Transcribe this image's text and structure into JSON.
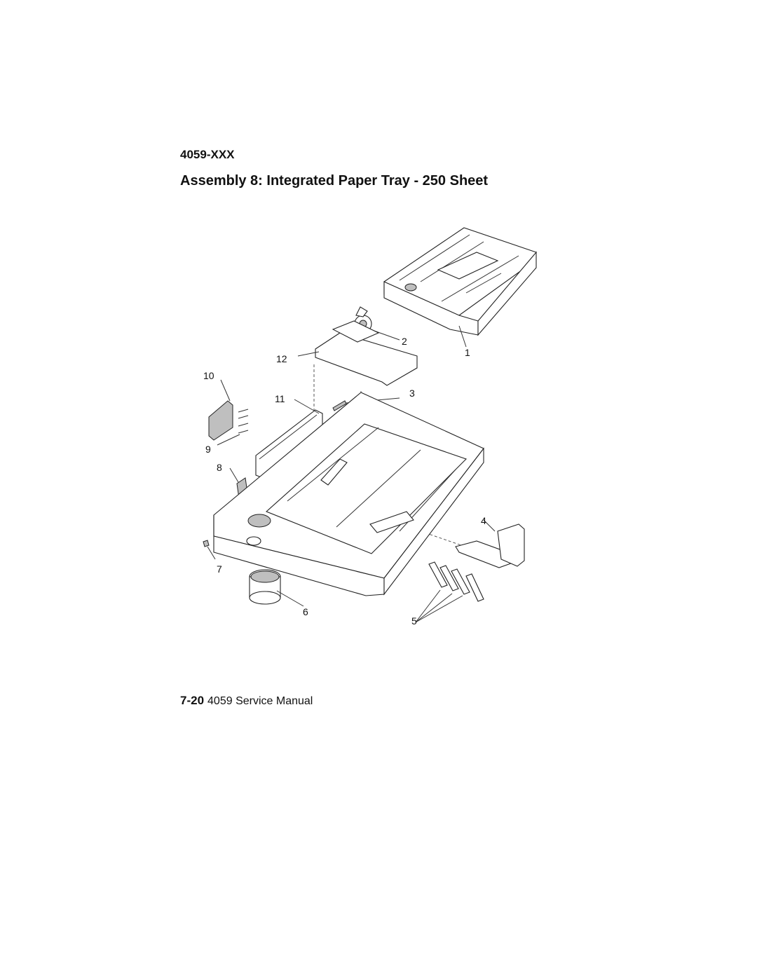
{
  "header": {
    "model": "4059-XXX",
    "title": "Assembly 8: Integrated Paper Tray - 250 Sheet"
  },
  "diagram": {
    "callouts": [
      "1",
      "2",
      "3",
      "4",
      "5",
      "6",
      "7",
      "8",
      "9",
      "10",
      "11",
      "12"
    ]
  },
  "footer": {
    "page_number": "7-20",
    "manual_title": "4059 Service Manual"
  }
}
